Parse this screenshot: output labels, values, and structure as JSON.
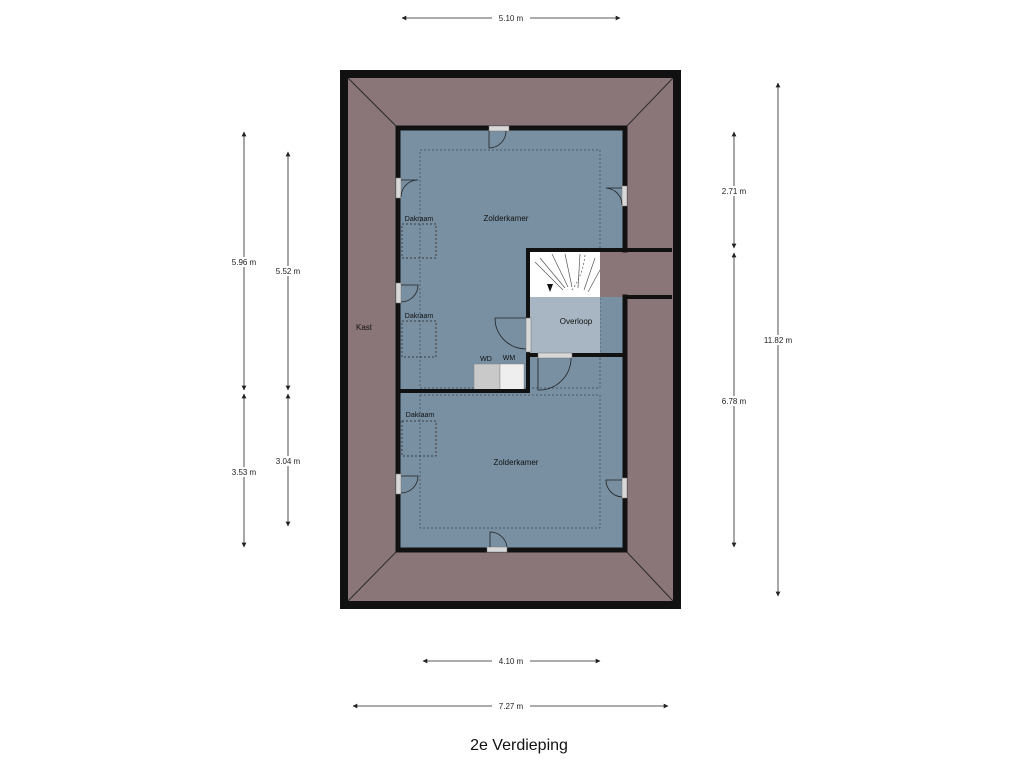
{
  "title": "2e Verdieping",
  "colors": {
    "roof": "#8a7679",
    "room": "#7890a2",
    "landing": "#a7b6c2",
    "wall": "#111111"
  },
  "rooms": {
    "zolderkamer_top": "Zolderkamer",
    "zolderkamer_bottom": "Zolderkamer",
    "overloop": "Overloop",
    "kast": "Kast"
  },
  "fixtures": {
    "dakraam_1": "Dakraam",
    "dakraam_2": "Dakraam",
    "dakraam_3": "Dakraam",
    "wd": "WD",
    "wm": "WM"
  },
  "dimensions": {
    "top_width": "5.10 m",
    "inner_width": "4.10 m",
    "total_width": "7.27 m",
    "left_upper_outer": "5.96 m",
    "left_upper_inner": "5.52 m",
    "left_lower_outer": "3.53 m",
    "left_lower_inner": "3.04 m",
    "right_upper": "2.71 m",
    "right_lower": "6.78 m",
    "right_total": "11.82 m"
  }
}
